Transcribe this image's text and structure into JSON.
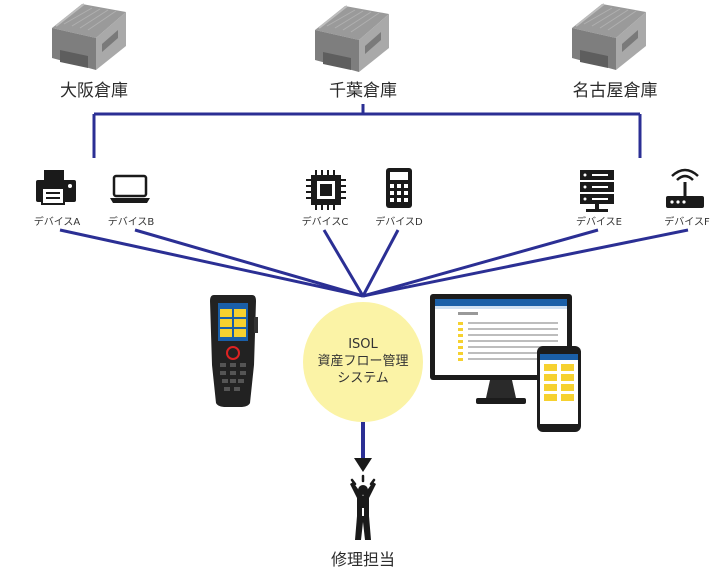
{
  "warehouses": [
    {
      "name": "大阪倉庫",
      "icon": "warehouse-icon"
    },
    {
      "name": "千葉倉庫",
      "icon": "warehouse-icon"
    },
    {
      "name": "名古屋倉庫",
      "icon": "warehouse-icon"
    }
  ],
  "devices": [
    {
      "label": "デバイスA",
      "icon": "fax-printer-icon"
    },
    {
      "label": "デバイスB",
      "icon": "laptop-icon"
    },
    {
      "label": "デバイスC",
      "icon": "cpu-chip-icon"
    },
    {
      "label": "デバイスD",
      "icon": "calculator-icon"
    },
    {
      "label": "デバイスE",
      "icon": "server-icon"
    },
    {
      "label": "デバイスF",
      "icon": "wifi-router-icon"
    }
  ],
  "system": {
    "line1": "ISOL",
    "line2": "資産フロー管理",
    "line3": "システム"
  },
  "recipient": {
    "label": "修理担当",
    "icon": "person-alert-icon"
  },
  "colors": {
    "connector": "#2b2f94",
    "hub_circle": "#fbf3a6",
    "icon_gray": "#8a8a8a",
    "icon_dark": "#1a1a1a"
  }
}
